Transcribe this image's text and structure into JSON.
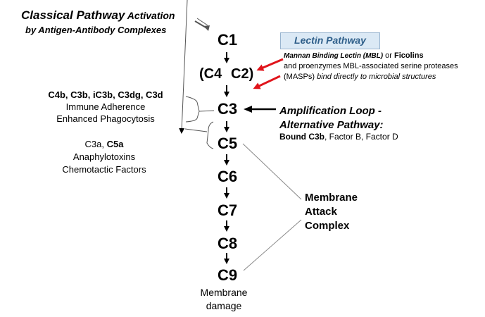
{
  "classical": {
    "line1_bold": "Classical Pathway",
    "line1_rest": " Activation",
    "line2": "by Antigen-Antibody Complexes"
  },
  "components": {
    "c1": "C1",
    "c4_open": "(C4",
    "c2_close": "C2)",
    "c3": "C3",
    "c5": "C5",
    "c6": "C6",
    "c7": "C7",
    "c8": "C8",
    "c9": "C9"
  },
  "membrane_damage": {
    "line1": "Membrane",
    "line2": "damage"
  },
  "lectin": {
    "title": "Lectin Pathway",
    "line1_bi": "Mannan Binding Lectin (MBL)",
    "line1_or": " or ",
    "line1_b": "Ficolins",
    "line2": "and proenzymes MBL-associated serine proteases",
    "line3_plain": "(MASPs) ",
    "line3_i": "bind directly to microbial structures"
  },
  "alternative": {
    "line1": "Amplification Loop -",
    "line2": "Alternative Pathway:",
    "line3_b": "Bound C3b",
    "line3_rest": ", Factor B, Factor D"
  },
  "c3_products": {
    "line1": "C4b, C3b, iC3b, C3dg, C3d",
    "line2": "Immune Adherence",
    "line3": "Enhanced Phagocytosis"
  },
  "c5_products": {
    "line1_plain": "C3a, ",
    "line1_b": "C5a",
    "line2": "Anaphylotoxins",
    "line3": "Chemotactic Factors"
  },
  "mac": {
    "line1": "Membrane",
    "line2": "Attack",
    "line3": "Complex"
  },
  "colors": {
    "red_arrow": "#e0141b",
    "lectin_fill": "#dbe9f5",
    "lectin_title": "#2f5f8a"
  }
}
